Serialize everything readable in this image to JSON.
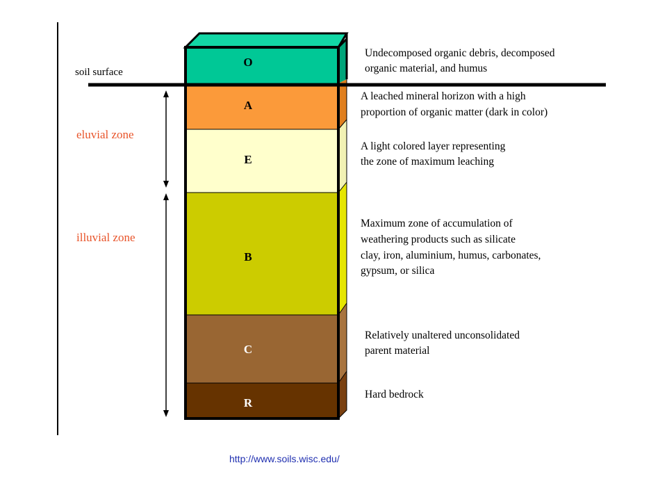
{
  "surface_label": "soil surface",
  "zones": {
    "eluvial": "eluvial zone",
    "illuvial": "illuvial zone",
    "color": "#e8542a"
  },
  "horizons": [
    {
      "label": "O",
      "color": "#00c896",
      "side": "#00a57a",
      "top": "#12d8a6",
      "desc": [
        "Undecomposed organic debris, decomposed",
        "organic material, and humus"
      ]
    },
    {
      "label": "A",
      "color": "#fb9a3a",
      "side": "#e07f1e",
      "desc": [
        "A leached mineral horizon with a high",
        "proportion of organic matter (dark in color)"
      ]
    },
    {
      "label": "E",
      "color": "#ffffcc",
      "side": "#f2f2b4",
      "desc": [
        "A light colored layer representing",
        "the zone of maximum leaching"
      ]
    },
    {
      "label": "B",
      "color": "#cccc00",
      "side": "#e6e600",
      "desc": [
        "Maximum zone of accumulation of",
        "weathering products such as silicate",
        "clay, iron, aluminium, humus, carbonates,",
        "gypsum, or silica"
      ]
    },
    {
      "label": "C",
      "color": "#996633",
      "side": "#a8743f",
      "desc": [
        "Relatively unaltered unconsolidated",
        "parent material"
      ]
    },
    {
      "label": "R",
      "color": "#663300",
      "side": "#7a4010",
      "desc": [
        "Hard bedrock"
      ]
    }
  ],
  "source_url": "http://www.soils.wisc.edu/"
}
